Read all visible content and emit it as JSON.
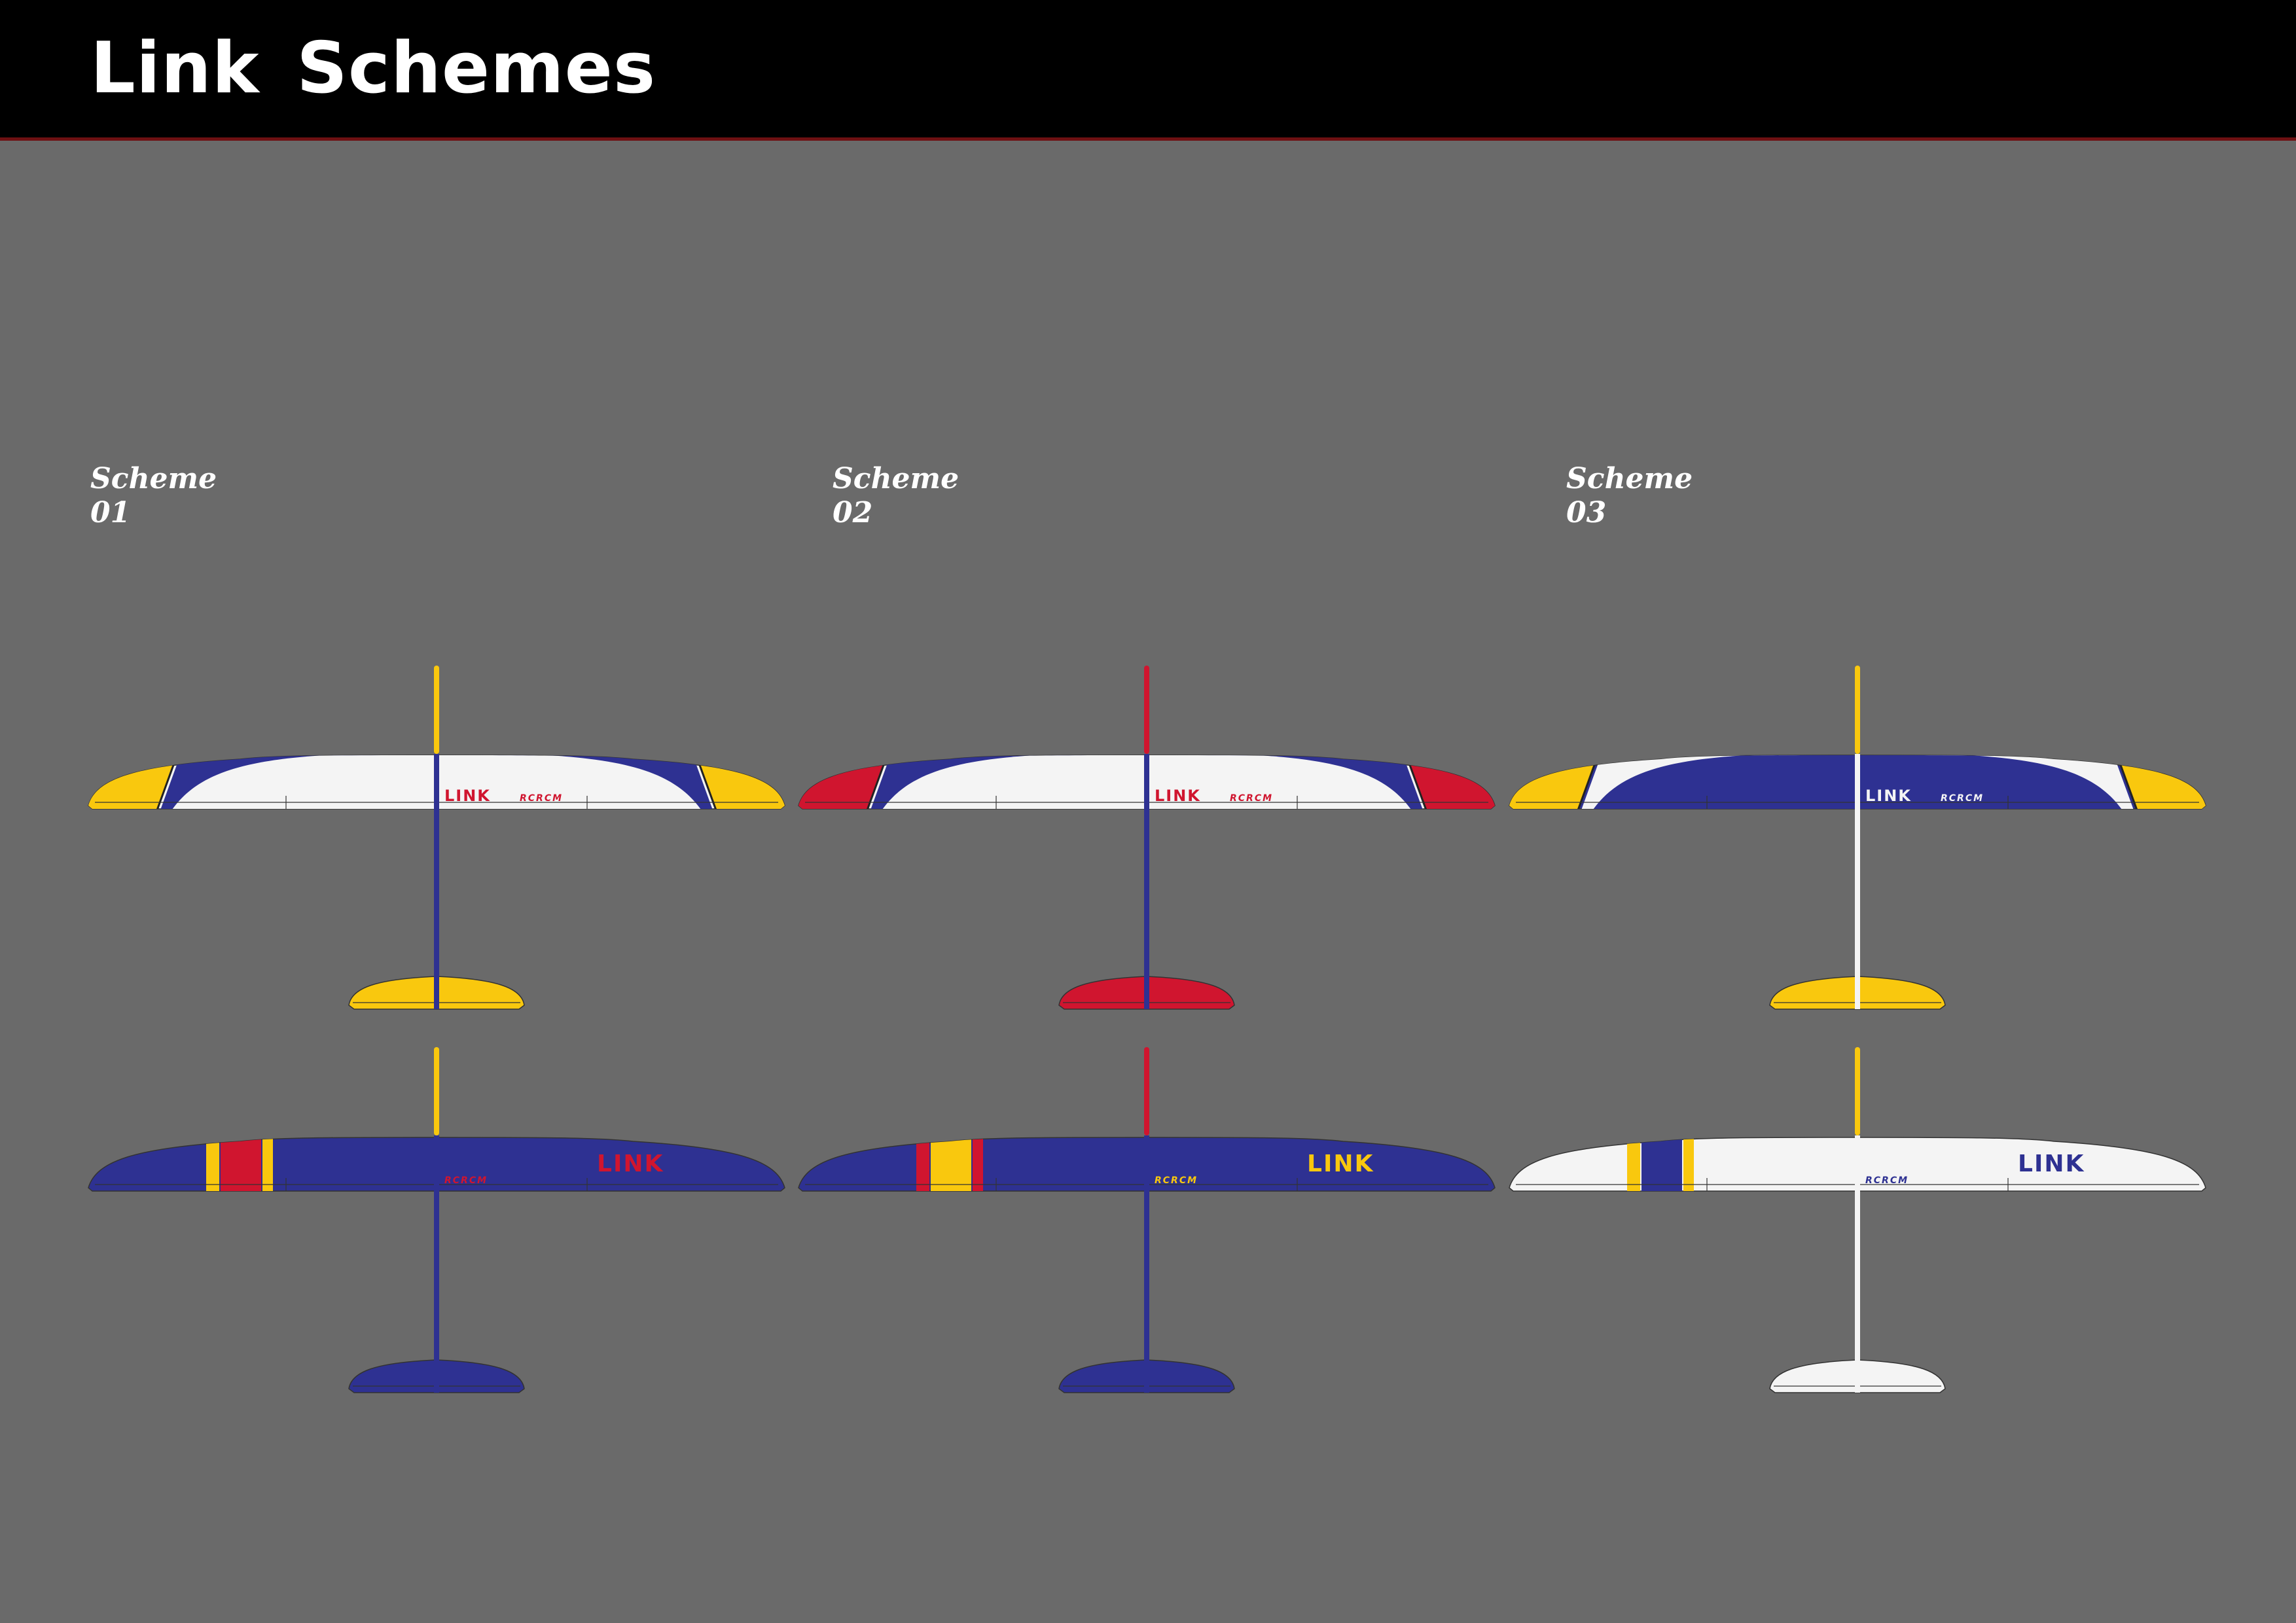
{
  "header": {
    "title": "Link  Schemes"
  },
  "colors": {
    "background": "#6a6a6a",
    "header_bg": "#000000",
    "header_rule": "#6e1012",
    "white": "#f4f4f4",
    "blue": "#2e3192",
    "yellow": "#f9c80e",
    "red": "#d0152f"
  },
  "schemes": [
    {
      "label": "Scheme",
      "number": "01",
      "top_view": {
        "base": "white",
        "center": "blue",
        "tips": "yellow",
        "fin": "yellow",
        "boom": "blue",
        "stab": "yellow",
        "logo": "LINK",
        "logo_color": "red",
        "brand": "RCRCM",
        "brand_color": "red"
      },
      "bottom_view": {
        "base": "blue",
        "stripes": [
          "yellow",
          "red",
          "yellow"
        ],
        "fin": "yellow",
        "boom": "blue",
        "stab": "blue",
        "logo": "LINK",
        "logo_color": "red",
        "brand": "RCRCM",
        "brand_color": "red"
      }
    },
    {
      "label": "Scheme",
      "number": "02",
      "top_view": {
        "base": "white",
        "center": "blue",
        "tips": "red",
        "fin": "red",
        "boom": "blue",
        "stab": "red",
        "logo": "LINK",
        "logo_color": "red",
        "brand": "RCRCM",
        "brand_color": "red"
      },
      "bottom_view": {
        "base": "blue",
        "stripes": [
          "red",
          "yellow",
          "red"
        ],
        "fin": "red",
        "boom": "blue",
        "stab": "blue",
        "logo": "LINK",
        "logo_color": "yellow",
        "brand": "RCRCM",
        "brand_color": "yellow"
      }
    },
    {
      "label": "Scheme",
      "number": "03",
      "top_view": {
        "base": "blue",
        "center": "white",
        "tips": "yellow",
        "fin": "yellow",
        "boom": "white",
        "stab": "yellow",
        "logo": "LINK",
        "logo_color": "white",
        "brand": "RCRCM",
        "brand_color": "white"
      },
      "bottom_view": {
        "base": "white",
        "stripes": [
          "yellow",
          "blue",
          "yellow"
        ],
        "fin": "yellow",
        "boom": "white",
        "stab": "white",
        "logo": "LINK",
        "logo_color": "blue",
        "brand": "RCRCM",
        "brand_color": "blue"
      }
    }
  ]
}
